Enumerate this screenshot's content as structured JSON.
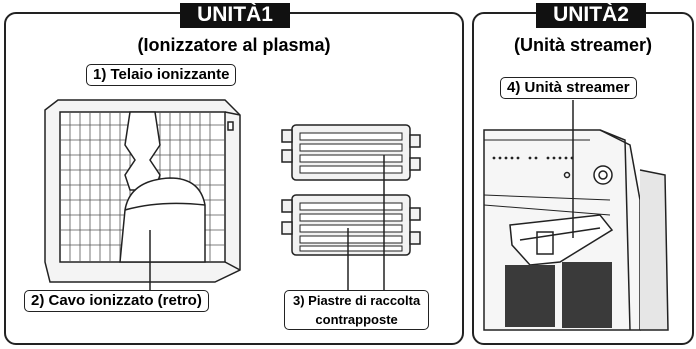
{
  "unit1": {
    "tab": "UNITÀ1",
    "subtitle": "(Ionizzatore al plasma)",
    "labels": {
      "frame": "1) Telaio ionizzante",
      "wire": "2) Cavo ionizzato (retro)",
      "plates_line1": "3) Piastre di raccolta",
      "plates_line2": "contrapposte"
    }
  },
  "unit2": {
    "tab": "UNITÀ2",
    "subtitle": "(Unità streamer)",
    "labels": {
      "streamer": "4) Unità streamer"
    }
  },
  "colors": {
    "tab_bg": "#111111",
    "tab_text": "#ffffff",
    "line": "#222222"
  }
}
